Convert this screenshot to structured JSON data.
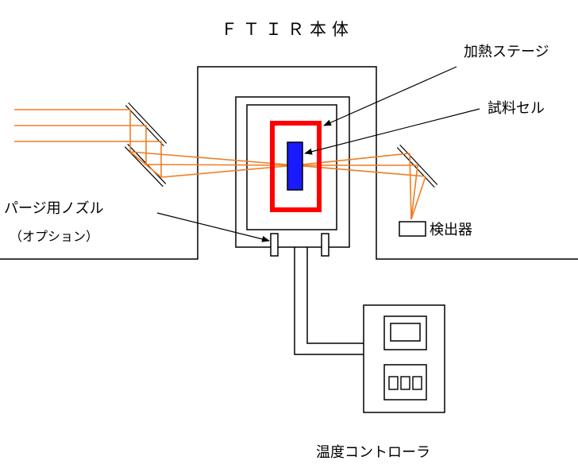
{
  "labels": {
    "ftir_body": "ＦＴＩＲ本体",
    "heating_stage": "加熱ステージ",
    "sample_cell": "試料セル",
    "purge_nozzle": "パージ用ノズル",
    "optional": "（オプション）",
    "detector": "検出器",
    "temp_controller": "温度コントローラ"
  },
  "colors": {
    "beam": "#f07d23",
    "stage": "#ff0000",
    "sample": "#1a1aff",
    "line": "#000000"
  }
}
